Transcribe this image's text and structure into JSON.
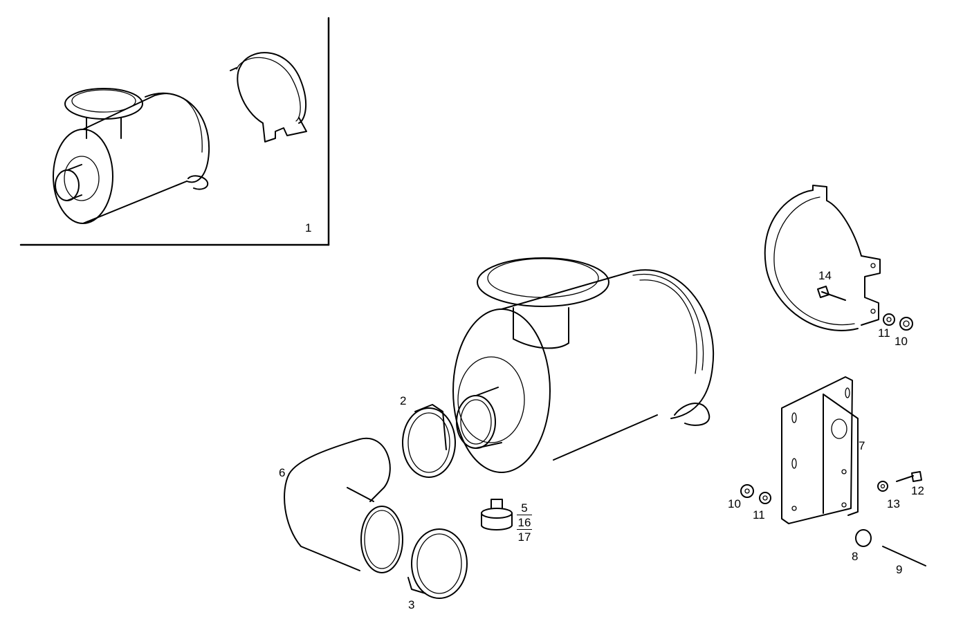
{
  "diagram": {
    "type": "exploded parts diagram",
    "subject": "air filter assembly",
    "inset": {
      "label": "1",
      "description": "complete assembly with mounting band"
    },
    "callouts": [
      {
        "id": "c1",
        "label": "1",
        "part": "air filter assembly (inset)"
      },
      {
        "id": "c2",
        "label": "2",
        "part": "hose clamp (upper)"
      },
      {
        "id": "c3",
        "label": "3",
        "part": "hose clamp (lower)"
      },
      {
        "id": "c5",
        "label": "5",
        "part": "drain valve"
      },
      {
        "id": "c16",
        "label": "16",
        "part": "drain valve"
      },
      {
        "id": "c17",
        "label": "17",
        "part": "drain valve"
      },
      {
        "id": "c6",
        "label": "6",
        "part": "elbow hose"
      },
      {
        "id": "c7",
        "label": "7",
        "part": "mounting bracket"
      },
      {
        "id": "c8",
        "label": "8",
        "part": "rubber bushing"
      },
      {
        "id": "c9",
        "label": "9",
        "part": "stud"
      },
      {
        "id": "c10a",
        "label": "10",
        "part": "nut (band)"
      },
      {
        "id": "c11a",
        "label": "11",
        "part": "washer (band)"
      },
      {
        "id": "c10b",
        "label": "10",
        "part": "nut (bracket)"
      },
      {
        "id": "c11b",
        "label": "11",
        "part": "washer (bracket)"
      },
      {
        "id": "c12",
        "label": "12",
        "part": "bolt"
      },
      {
        "id": "c13",
        "label": "13",
        "part": "washer"
      },
      {
        "id": "c14",
        "label": "14",
        "part": "bolt (band)"
      }
    ],
    "fraction_label": [
      "5",
      "16",
      "17"
    ]
  }
}
